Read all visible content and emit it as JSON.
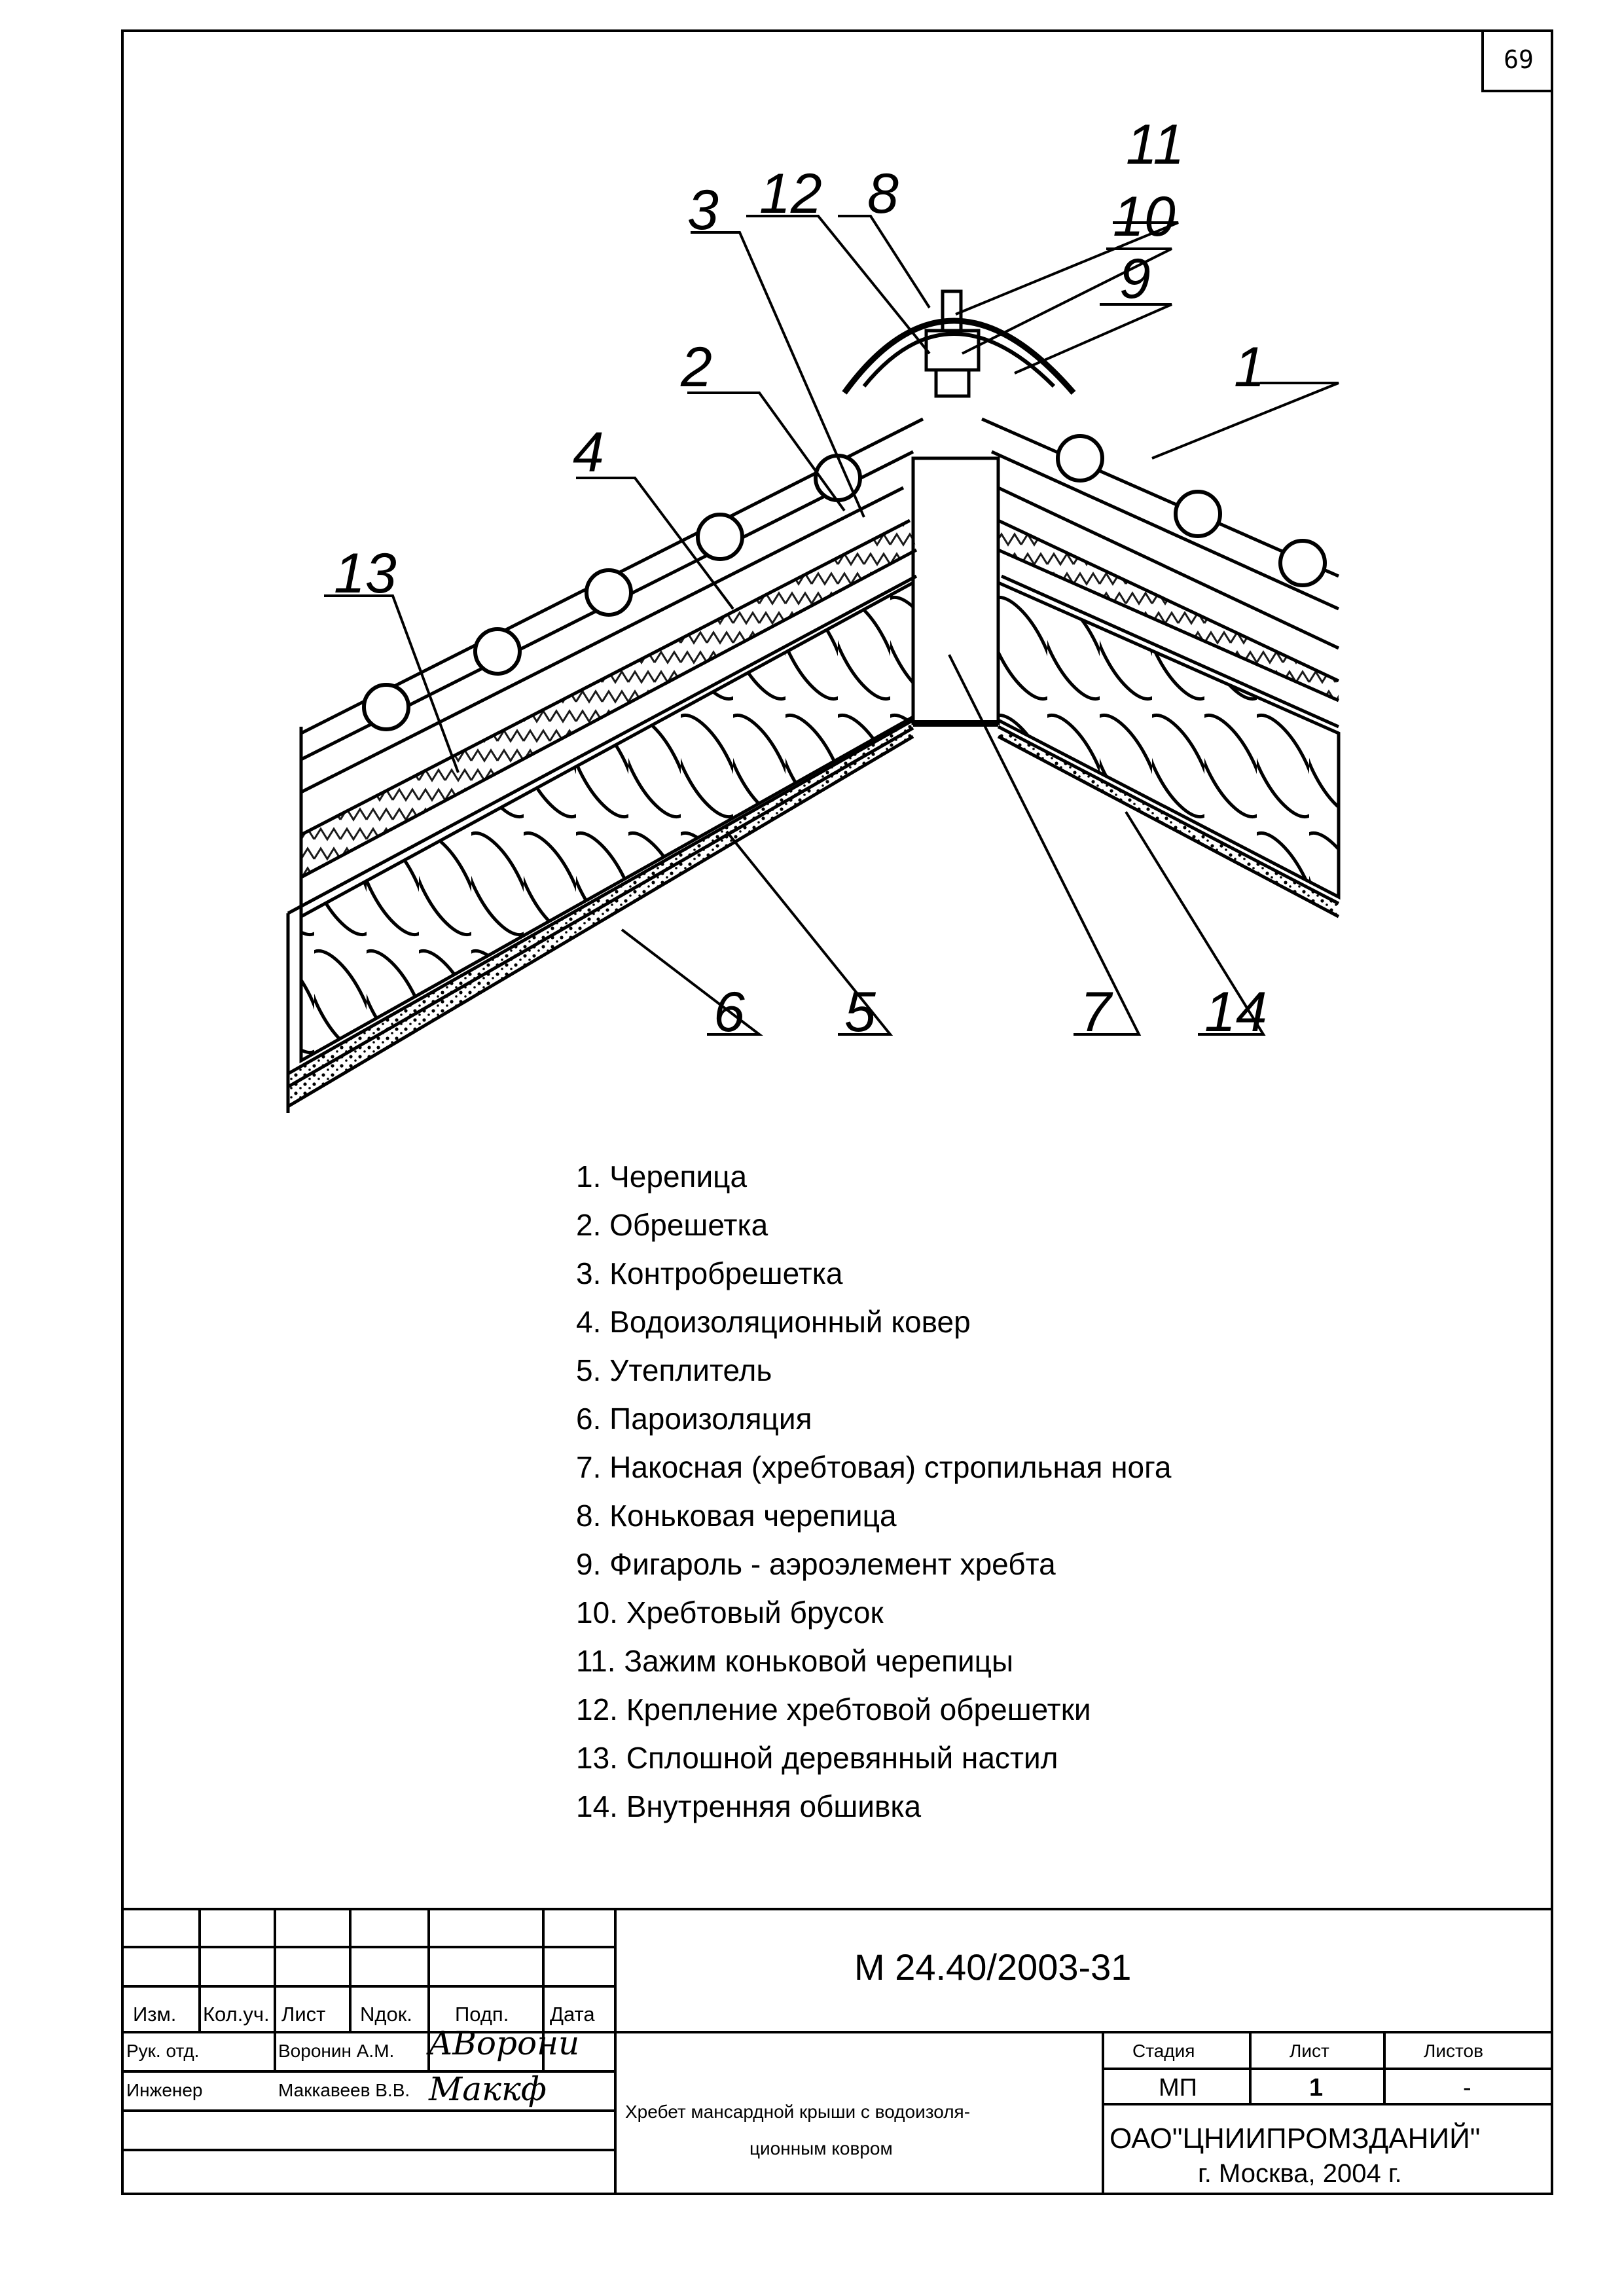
{
  "page_number": "69",
  "callouts": [
    "1",
    "2",
    "3",
    "4",
    "5",
    "6",
    "7",
    "8",
    "9",
    "10",
    "11",
    "12",
    "13",
    "14"
  ],
  "legend": [
    "1. Черепица",
    "2. Обрешетка",
    "3. Контробрешетка",
    "4. Водоизоляционный ковер",
    "5. Утеплитель",
    "6. Пароизоляция",
    "7. Накосная  (хребтовая) стропильная нога",
    "8. Коньковая черепица",
    "9. Фигароль - аэроэлемент хребта",
    "10. Хребтовый брусок",
    "11. Зажим коньковой черепицы",
    "12. Крепление хребтовой обрешетки",
    "13. Сплошной деревянный настил",
    "14. Внутренняя обшивка"
  ],
  "title_block": {
    "document_code": "М 24.40/2003-31",
    "headers": {
      "izm": "Изм.",
      "kol_uch": "Кол.уч.",
      "list": "Лист",
      "ndok": "Nдок.",
      "podp": "Подп.",
      "data": "Дата"
    },
    "roles": [
      {
        "role": "Рук. отд.",
        "name": "Воронин А.М.",
        "signature": "AВорони"
      },
      {
        "role": "Инженер",
        "name": "Маккавеев В.В.",
        "signature": "Маккф"
      }
    ],
    "title_line1": "Хребет мансардной крыши с водоизоля-",
    "title_line2": "ционным ковром",
    "stage_label": "Стадия",
    "sheet_label": "Лист",
    "sheets_label": "Листов",
    "stage": "МП",
    "sheet": "1",
    "sheets": "-",
    "organization": "ОАО\"ЦНИИПРОМЗДАНИЙ\"",
    "city_year": "г. Москва, 2004 г."
  }
}
